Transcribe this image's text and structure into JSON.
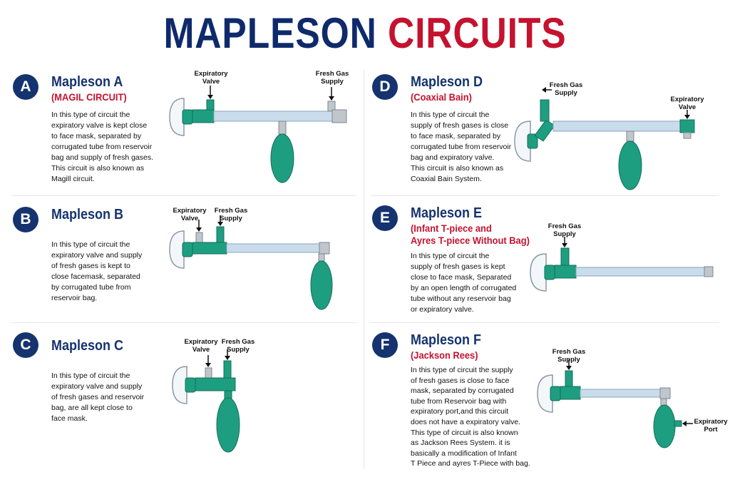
{
  "title": {
    "word1": "MAPLESON",
    "word2": "CIRCUITS"
  },
  "colors": {
    "navy": "#15336e",
    "red": "#c4122f",
    "green": "#1e9e80",
    "tube": "#c9dcec"
  },
  "panels": {
    "a": {
      "letter": "A",
      "title": "Mapleson A",
      "subtitle": [
        "(MAGIL CIRCUIT)"
      ],
      "description": [
        "In this type of circuit the",
        "expiratory valve is kept close",
        "to face mask, separated by",
        "corrugated tube from reservoir",
        "bag and supply of fresh gases.",
        "This circuit is also known as",
        "Magill circuit."
      ],
      "labels": {
        "l1": [
          "Expiratory",
          "Valve"
        ],
        "l2": [
          "Fresh Gas",
          "Supply"
        ]
      }
    },
    "b": {
      "letter": "B",
      "title": "Mapleson B",
      "subtitle": [],
      "description": [
        "In this type of circuit the",
        "expiratory valve and supply",
        "of fresh gases is kept to",
        "close facemask, separated",
        "by corrugated tube from",
        "reservoir bag."
      ],
      "labels": {
        "l1": [
          "Expiratory",
          "Valve"
        ],
        "l2": [
          "Fresh Gas",
          "Supply"
        ]
      }
    },
    "c": {
      "letter": "C",
      "title": "Mapleson C",
      "subtitle": [],
      "description": [
        "In this type of circuit the",
        "expiratory valve and supply",
        "of fresh gases and reservoir",
        "bag, are all kept close to",
        "face mask."
      ],
      "labels": {
        "l1": [
          "Expiratory",
          "Valve"
        ],
        "l2": [
          "Fresh Gas",
          "Supply"
        ]
      }
    },
    "d": {
      "letter": "D",
      "title": "Mapleson D",
      "subtitle": [
        "(Coaxial Bain)"
      ],
      "description": [
        "In this type of circuit the",
        "supply of fresh gases is close",
        "to face mask, separated by",
        "corrugated tube from reservoir",
        "bag and expiratory valve.",
        "This circuit is also known as",
        "Coaxial Bain System."
      ],
      "labels": {
        "l1": [
          "Fresh Gas",
          "Supply"
        ],
        "l2": [
          "Expiratory",
          "Valve"
        ]
      }
    },
    "e": {
      "letter": "E",
      "title": "Mapleson E",
      "subtitle": [
        "(Infant T-piece and",
        "Ayres T-piece Without Bag)"
      ],
      "description": [
        "In this type of circuit the",
        "supply of fresh gases is kept",
        "close to face mask, Separated",
        "by an open length of corrugated",
        "tube without any reservoir bag",
        "or expiratory valve."
      ],
      "labels": {
        "l1": [
          "Fresh Gas",
          "Supply"
        ]
      }
    },
    "f": {
      "letter": "F",
      "title": "Mapleson F",
      "subtitle": [
        "(Jackson Rees)"
      ],
      "description": [
        "In this type of circuit the supply",
        "of fresh gases is close to face",
        "mask, separated by corrugated",
        "tube from Reservoir bag with",
        "expiratory port,and this circuit",
        "does not have a expiratory valve.",
        "This type of circuit is also known",
        "as Jackson Rees System. it is",
        "basically a modification of Infant",
        "T Piece and ayres T-Piece with bag."
      ],
      "labels": {
        "l1": [
          "Fresh Gas",
          "Supply"
        ],
        "l2": [
          "Expiratory",
          "Port"
        ]
      }
    }
  }
}
